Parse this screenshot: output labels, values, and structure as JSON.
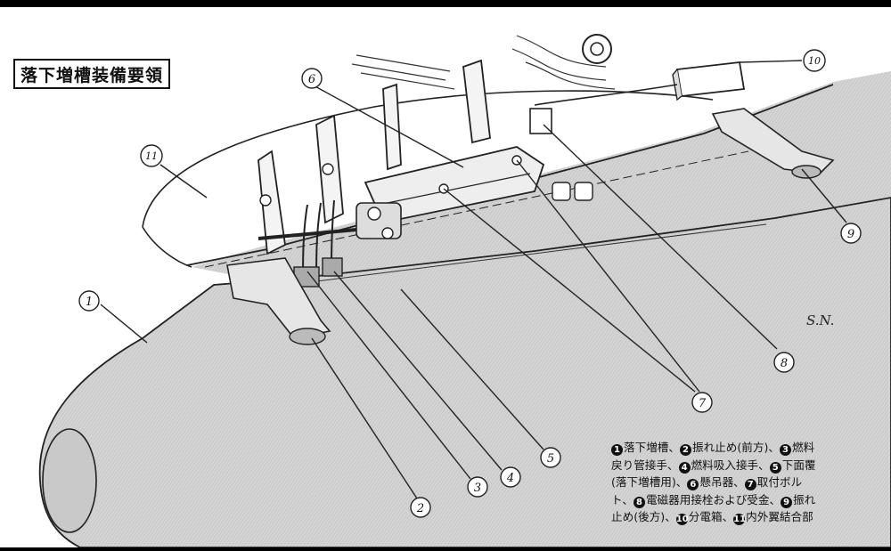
{
  "title": "落下増槽装備要領",
  "signature": "S.N.",
  "callouts": [
    {
      "number": "1"
    },
    {
      "number": "2"
    },
    {
      "number": "3"
    },
    {
      "number": "4"
    },
    {
      "number": "5"
    },
    {
      "number": "6"
    },
    {
      "number": "7"
    },
    {
      "number": "8"
    },
    {
      "number": "9"
    },
    {
      "number": "10"
    },
    {
      "number": "11"
    }
  ],
  "legend": [
    [
      {
        "num": "1",
        "text": "落下増槽、"
      },
      {
        "num": "2",
        "text": "振れ止め(前方)、"
      },
      {
        "num": "3",
        "text": "燃料"
      }
    ],
    [
      {
        "num": "",
        "text": "戻り管接手、"
      },
      {
        "num": "4",
        "text": "燃料吸入接手、"
      },
      {
        "num": "5",
        "text": "下面覆"
      }
    ],
    [
      {
        "num": "",
        "text": "(落下増槽用)、"
      },
      {
        "num": "6",
        "text": "懸吊器、"
      },
      {
        "num": "7",
        "text": "取付ボル"
      }
    ],
    [
      {
        "num": "",
        "text": "ト、"
      },
      {
        "num": "8",
        "text": "電磁器用接栓および受金、"
      },
      {
        "num": "9",
        "text": "振れ"
      }
    ],
    [
      {
        "num": "",
        "text": "止め(後方)、"
      },
      {
        "num": "10",
        "text": "分電箱、"
      },
      {
        "num": "11",
        "text": "内外翼結合部"
      }
    ]
  ]
}
